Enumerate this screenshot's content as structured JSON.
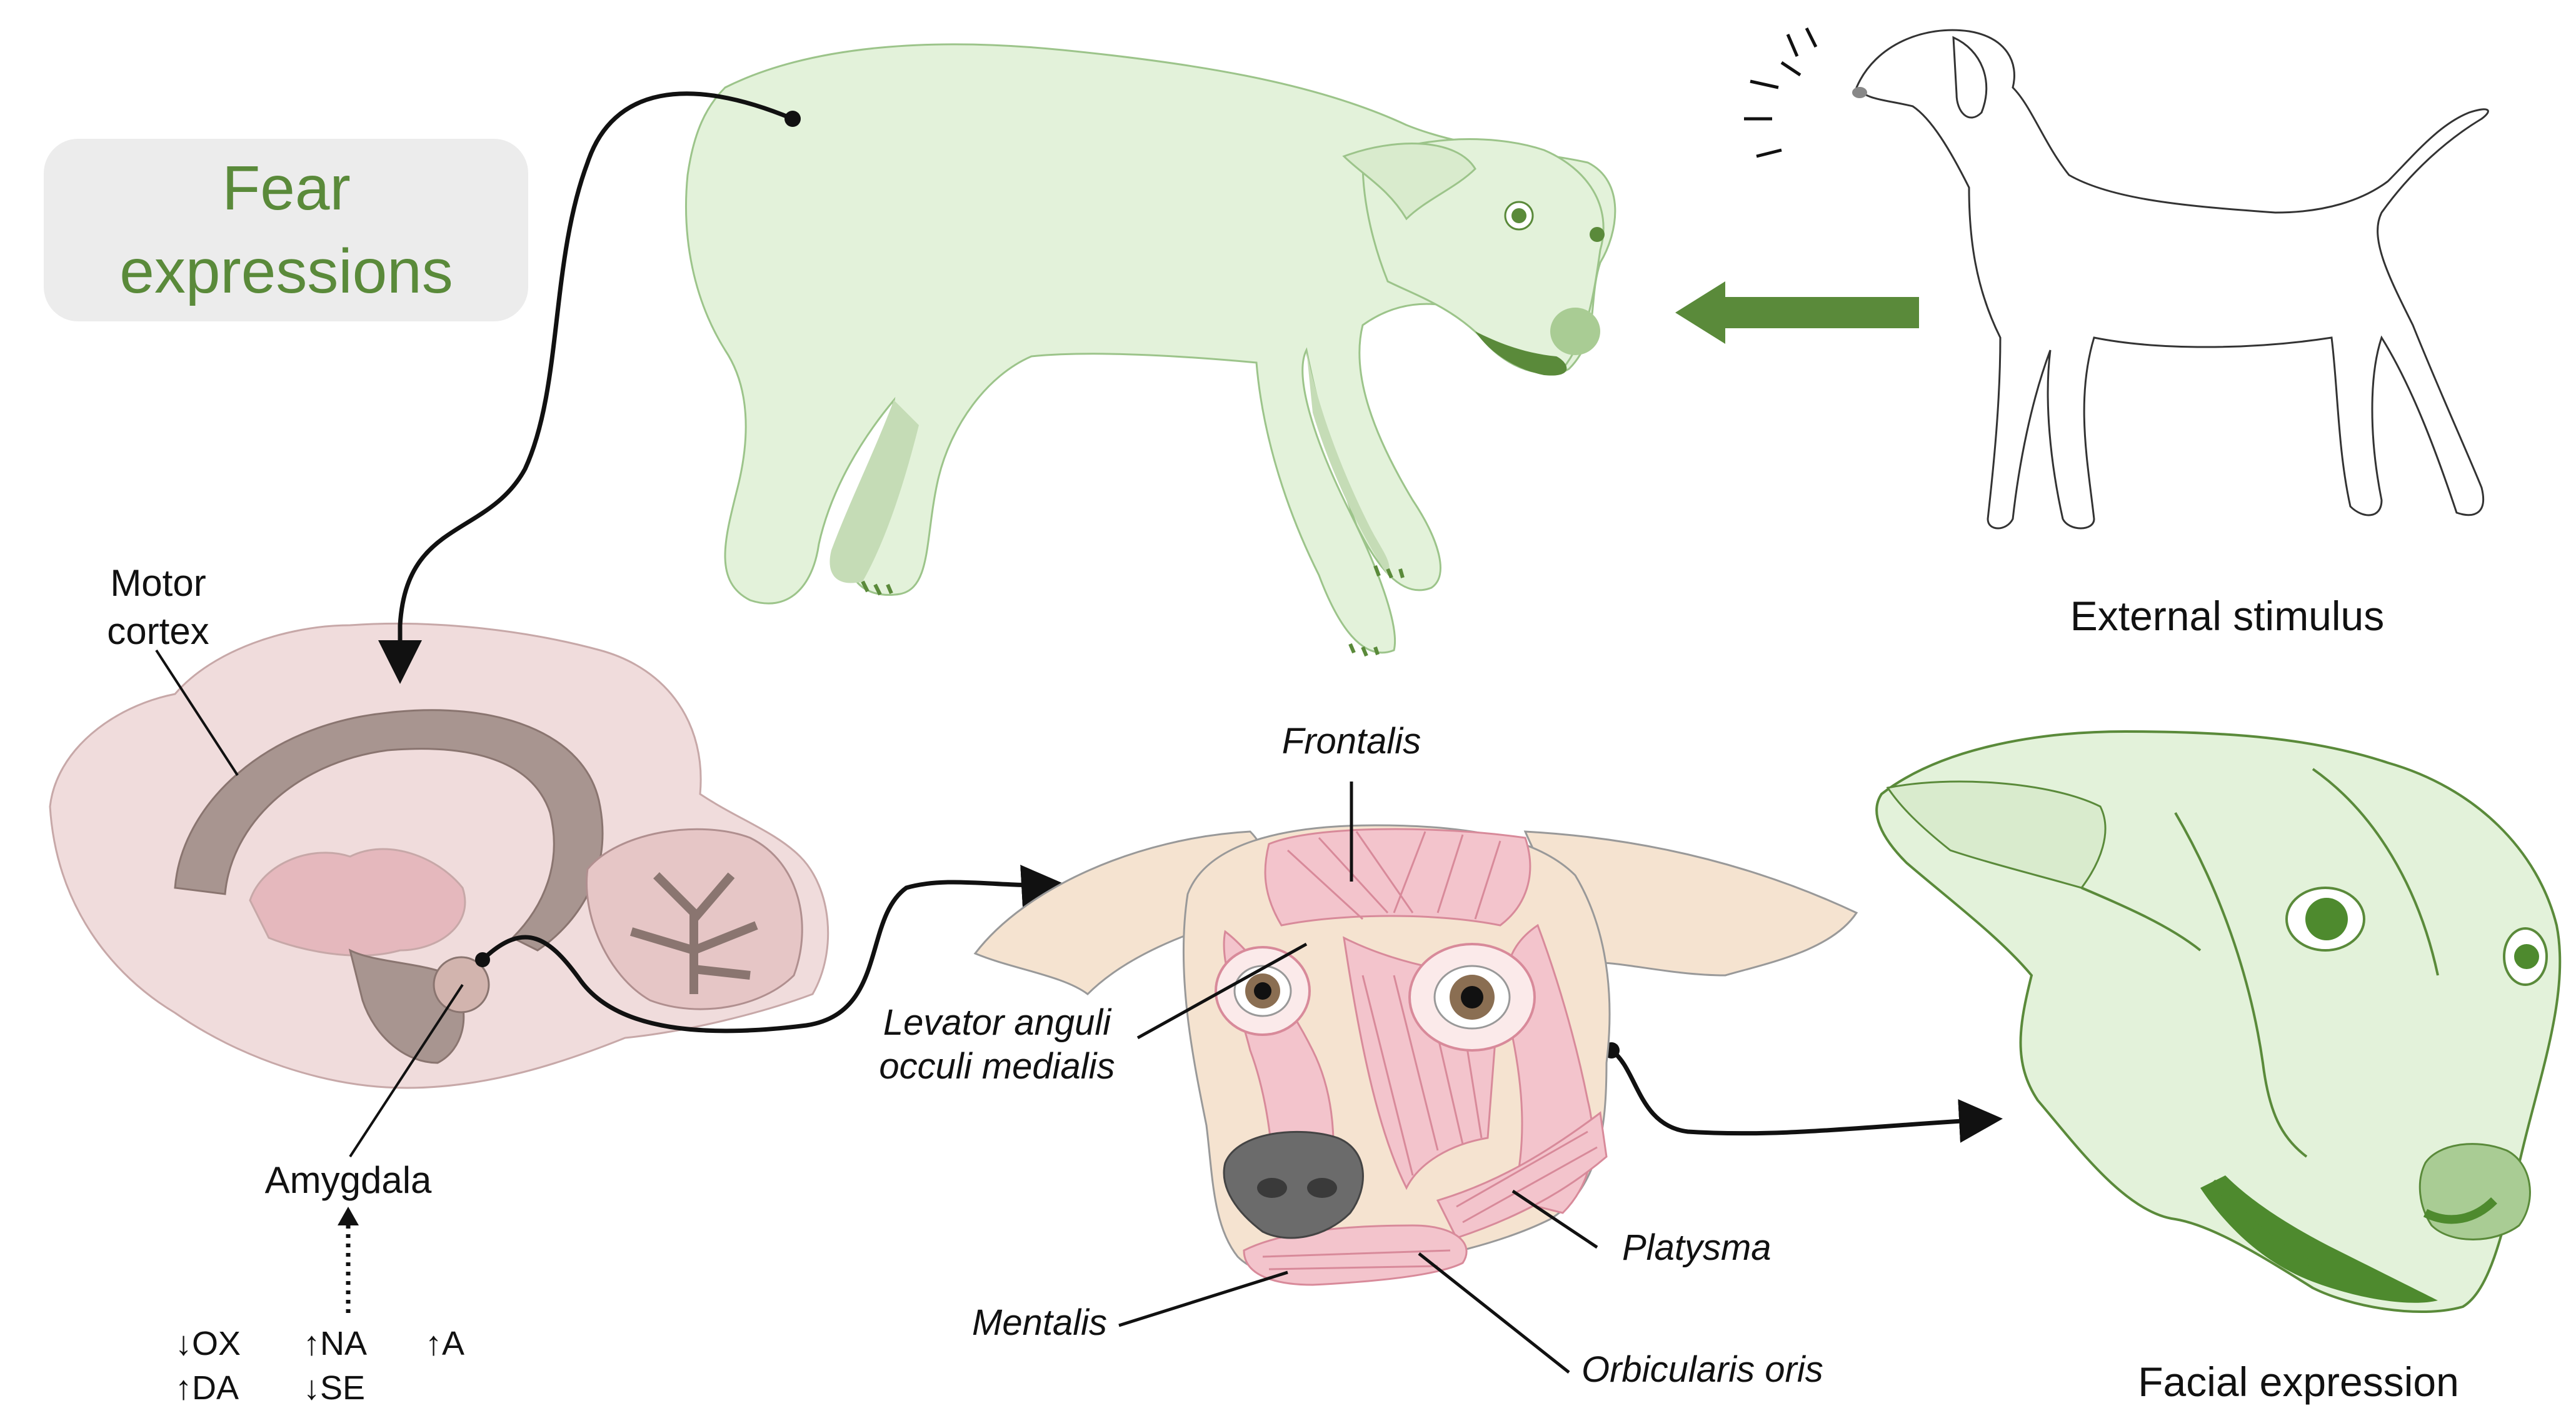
{
  "title": {
    "line1": "Fear",
    "line2": "expressions"
  },
  "labels": {
    "motor_cortex_line1": "Motor",
    "motor_cortex_line2": "cortex",
    "amygdala": "Amygdala",
    "external_stimulus": "External stimulus",
    "facial_expression": "Facial expression"
  },
  "muscles": {
    "frontalis": "Frontalis",
    "levator_line1": "Levator anguli",
    "levator_line2": "occuli medialis",
    "platysma": "Platysma",
    "mentalis": "Mentalis",
    "orbicularis": "Orbicularis oris"
  },
  "neurochemicals": {
    "ox": "↓OX",
    "na": "↑NA",
    "a": "↑A",
    "da": "↑DA",
    "se": "↓SE"
  },
  "colors": {
    "fear_green": "#5a8a3a",
    "dog_fill": "#e3f2da",
    "brain_fill": "#f0dcdc",
    "brain_dark": "#a89590",
    "muscle_pink": "#f3c4cc",
    "skin": "#f5e3d0",
    "title_box": "#ececec"
  }
}
